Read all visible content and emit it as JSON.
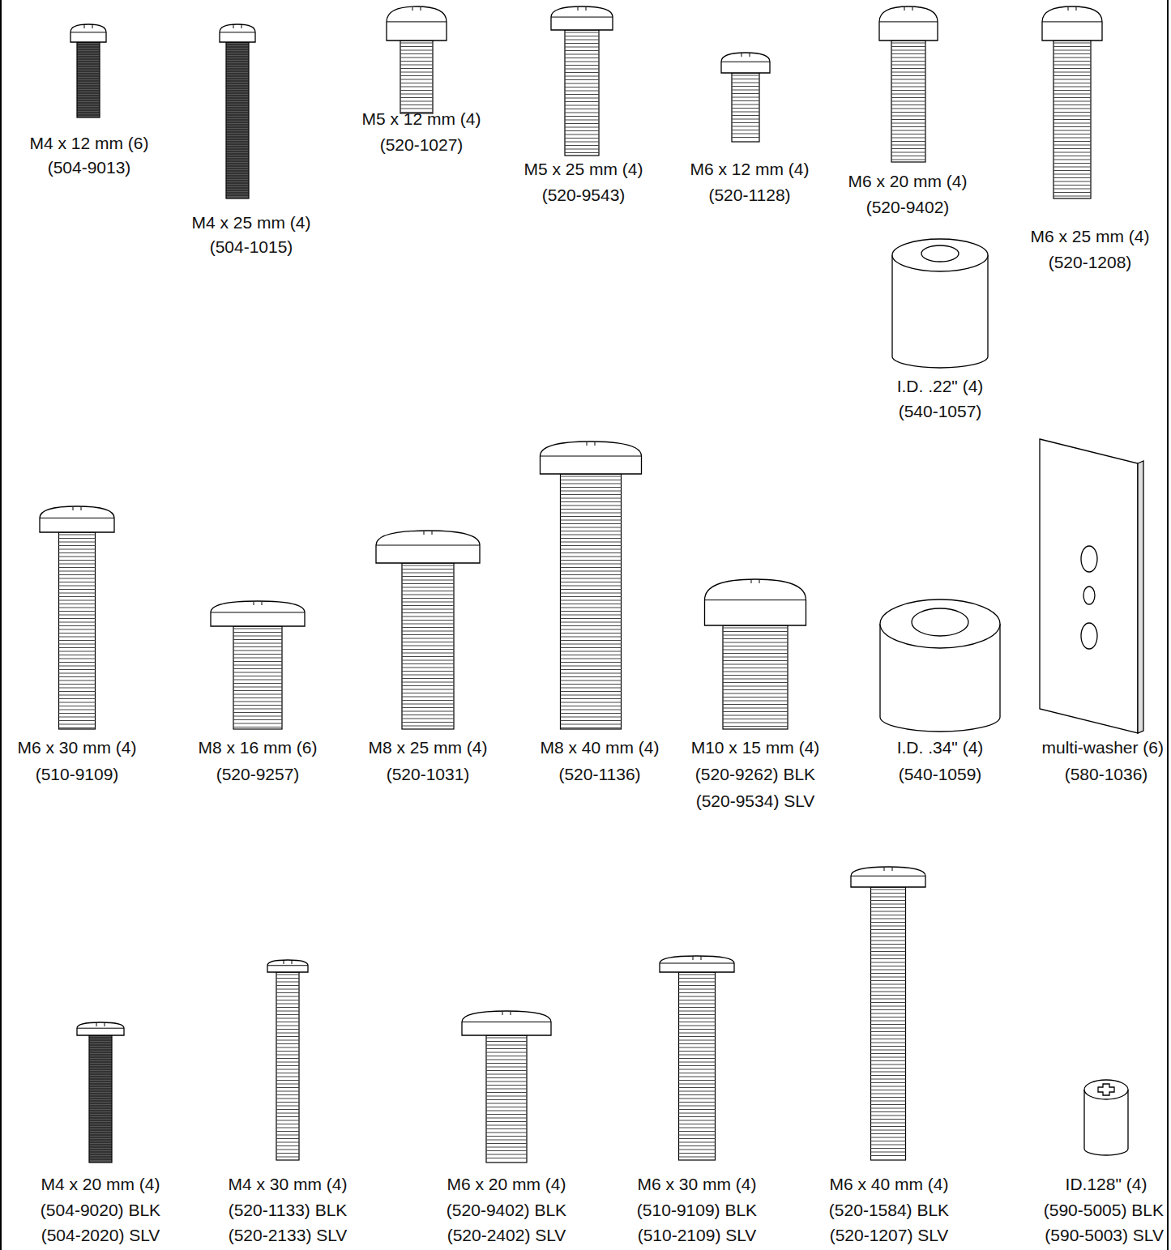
{
  "diagram": {
    "labels": [
      "M4 x 12 mm (6)",
      "(504-9013)",
      "M4 x 25 mm (4)",
      "(504-1015)",
      "M5 x 12 mm (4)",
      "(520-1027)",
      "M5 x 25 mm (4)",
      "(520-9543)",
      "M6 x 12 mm (4)",
      "(520-1128)",
      "M6 x 20 mm (4)",
      "(520-9402)",
      "M6 x 25 mm (4)",
      "(520-1208)",
      "I.D. .22\" (4)",
      "(540-1057)",
      "M6 x 30 mm (4)",
      "(510-9109)",
      "M8 x 16 mm (6)",
      "(520-9257)",
      "M8 x 25 mm (4)",
      "(520-1031)",
      "M8 x 40 mm (4)",
      "(520-1136)",
      "M10 x 15 mm (4)",
      "(520-9262) BLK",
      "(520-9534) SLV",
      "I.D. .34\" (4)",
      "(540-1059)",
      "multi-washer (6)",
      "(580-1036)",
      "M4 x 20 mm (4)",
      "(504-9020) BLK",
      "(504-2020) SLV",
      "M4 x 30 mm (4)",
      "(520-1133) BLK",
      "(520-2133) SLV",
      "M6 x 20 mm (4)",
      "(520-9402) BLK",
      "(520-2402) SLV",
      "M6 x 30 mm (4)",
      "(510-9109) BLK",
      "(510-2109) SLV",
      "M6 x 40 mm (4)",
      "(520-1584) BLK",
      "(520-1207) SLV",
      "ID.128\" (4)",
      "(590-5005) BLK",
      "(590-5003) SLV"
    ]
  }
}
